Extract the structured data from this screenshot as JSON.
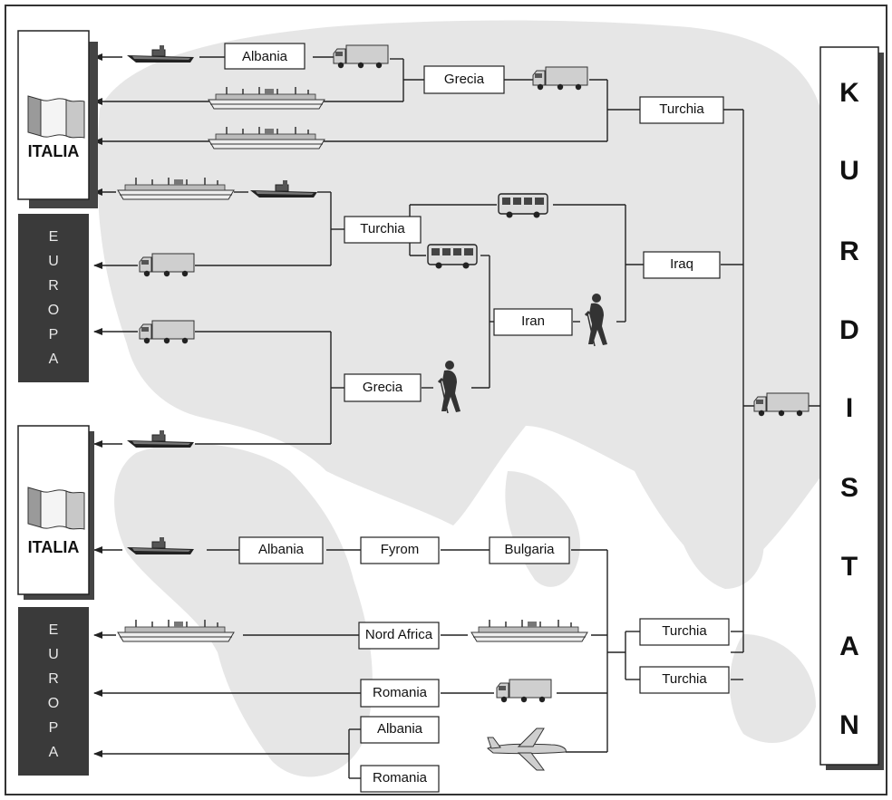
{
  "destinations": {
    "italia_top": "ITALIA",
    "europa_top": [
      "E",
      "U",
      "R",
      "O",
      "P",
      "A"
    ],
    "italia_bottom": "ITALIA",
    "europa_bottom": [
      "E",
      "U",
      "R",
      "O",
      "P",
      "A"
    ]
  },
  "origin_letters": [
    "K",
    "U",
    "R",
    "D",
    "I",
    "S",
    "T",
    "A",
    "N"
  ],
  "countries": {
    "albania_1": "Albania",
    "grecia_1": "Grecia",
    "turchia_1": "Turchia",
    "turchia_2": "Turchia",
    "iraq": "Iraq",
    "iran": "Iran",
    "grecia_2": "Grecia",
    "albania_2": "Albania",
    "fyrom": "Fyrom",
    "bulgaria": "Bulgaria",
    "nord_africa": "Nord Africa",
    "turchia_3": "Turchia",
    "turchia_4": "Turchia",
    "romania_1": "Romania",
    "albania_3": "Albania",
    "romania_2": "Romania"
  },
  "icons": {
    "boat": "boat-icon",
    "ship": "ship-icon",
    "truck": "truck-icon",
    "bus": "bus-icon",
    "walker": "walker-icon",
    "plane": "plane-icon",
    "flag": "flag-icon"
  },
  "colors": {
    "europa_box": "#3a3a3a",
    "map": "#e6e6e6",
    "line": "#222222"
  }
}
